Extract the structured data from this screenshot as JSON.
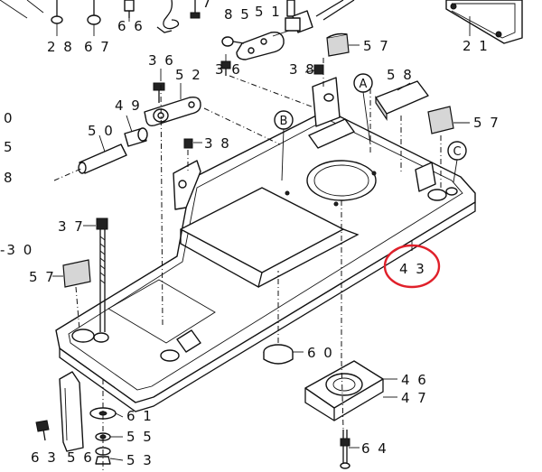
{
  "diagram": {
    "callouts": [
      {
        "id": "c28",
        "text": "2 8"
      },
      {
        "id": "c67",
        "text": "6 7"
      },
      {
        "id": "c66",
        "text": "6 6"
      },
      {
        "id": "c85",
        "text": "8 5"
      },
      {
        "id": "c51",
        "text": "5 1"
      },
      {
        "id": "c57a",
        "text": "5 7"
      },
      {
        "id": "c21",
        "text": "2 1"
      },
      {
        "id": "c36a",
        "text": "3 6"
      },
      {
        "id": "c52",
        "text": "5 2"
      },
      {
        "id": "c36b",
        "text": "3 6"
      },
      {
        "id": "c38a",
        "text": "3 8"
      },
      {
        "id": "c58",
        "text": "5 8"
      },
      {
        "id": "c49",
        "text": "4 9"
      },
      {
        "id": "c57b",
        "text": "5 7"
      },
      {
        "id": "c50",
        "text": "5 0"
      },
      {
        "id": "c38b",
        "text": "3 8"
      },
      {
        "id": "c37",
        "text": "3 7"
      },
      {
        "id": "c57c",
        "text": "5 7"
      },
      {
        "id": "c43",
        "text": "4 3"
      },
      {
        "id": "c60",
        "text": "6 0"
      },
      {
        "id": "c46",
        "text": "4 6"
      },
      {
        "id": "c47",
        "text": "4 7"
      },
      {
        "id": "c61",
        "text": "6 1"
      },
      {
        "id": "c55",
        "text": "5 5"
      },
      {
        "id": "c63",
        "text": "6 3"
      },
      {
        "id": "c56",
        "text": "5 6"
      },
      {
        "id": "c53",
        "text": "5 3"
      },
      {
        "id": "c64",
        "text": "6 4"
      },
      {
        "id": "e0",
        "text": "0"
      },
      {
        "id": "e5",
        "text": "5"
      },
      {
        "id": "e8",
        "text": "8"
      },
      {
        "id": "e30",
        "text": "-3 0"
      },
      {
        "id": "e7",
        "text": "7"
      }
    ],
    "reference_letters": [
      "A",
      "B",
      "C"
    ],
    "highlight_color": "#e0202a"
  }
}
